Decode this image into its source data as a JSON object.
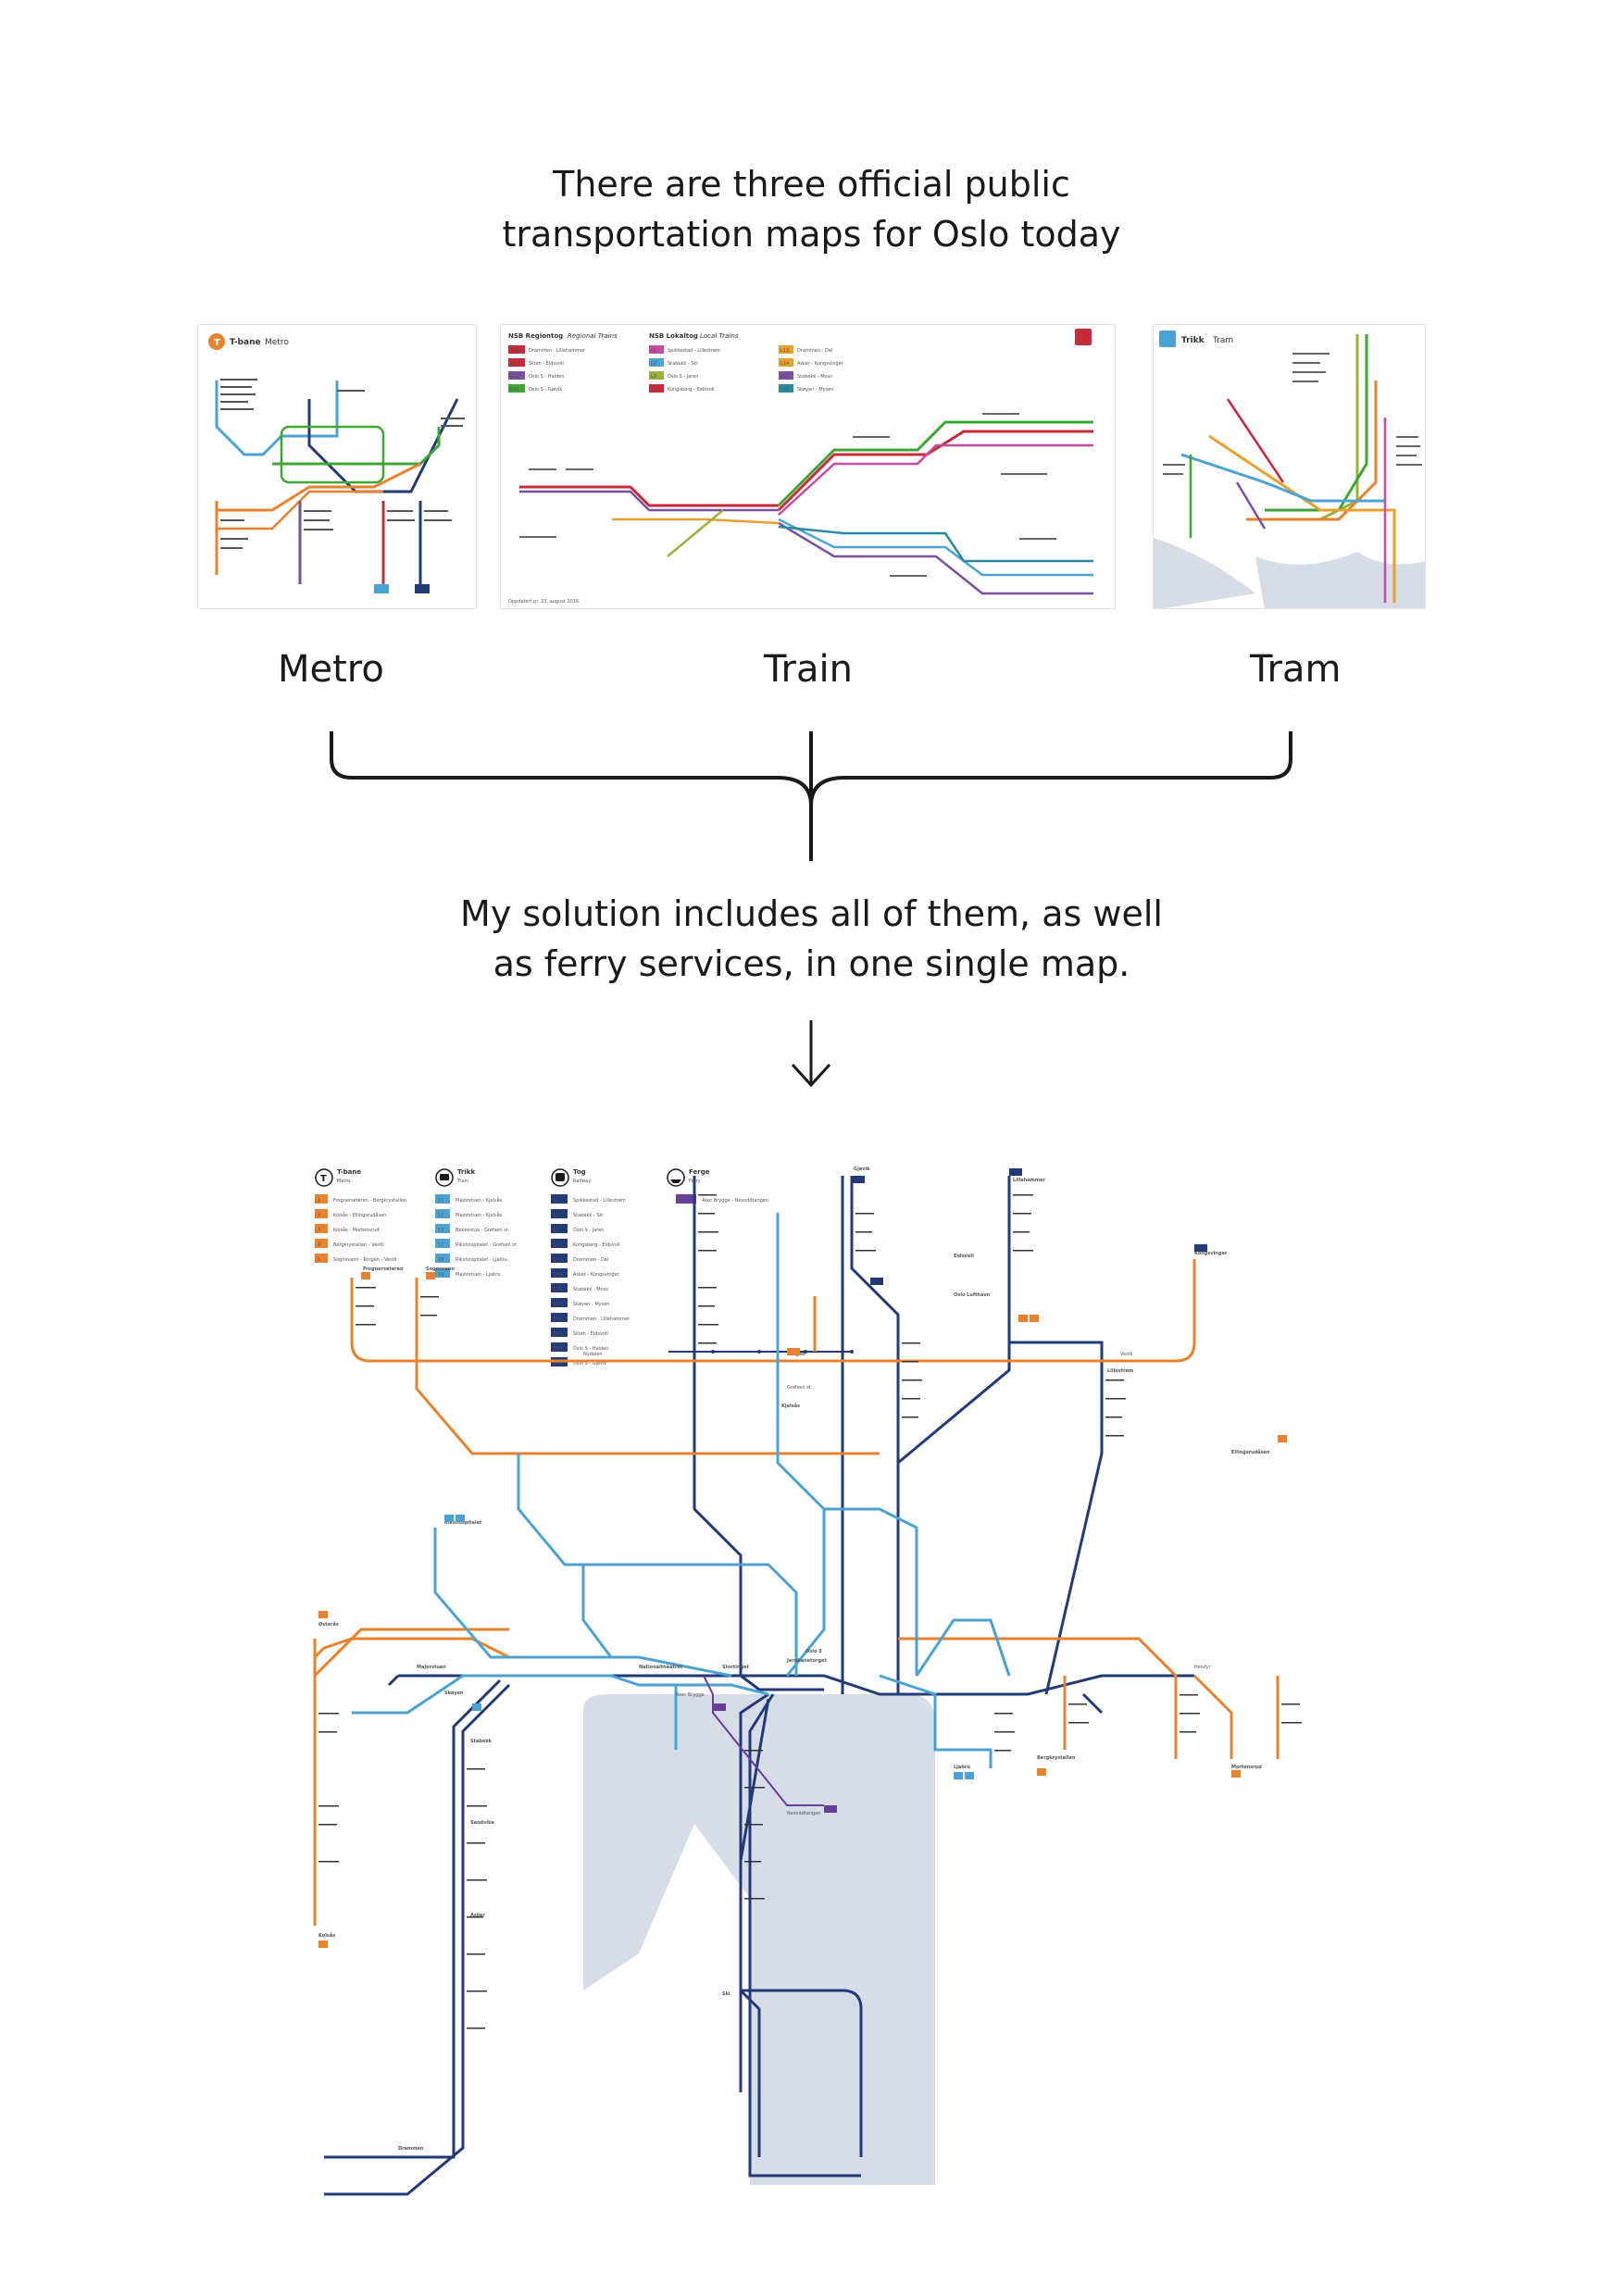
{
  "intro": {
    "line1": "There are three official public",
    "line2": "transportation maps for Oslo today"
  },
  "maps": {
    "metro_label": "Metro",
    "train_label": "Train",
    "tram_label": "Tram"
  },
  "thumb_metro": {
    "title": "T-bane",
    "subtitle": "Metro"
  },
  "thumb_train": {
    "title1": "NSB Regiontog",
    "title1_sub": "Regional Trains",
    "title2": "NSB Lokaltog",
    "title2_sub": "Local Trains",
    "r10": "R10",
    "r11": "R11",
    "r20": "R20",
    "r30": "R30",
    "l1": "L1",
    "l2": "L2",
    "l3": "L3",
    "l12": "L12",
    "l13": "L13",
    "l14": "L14",
    "l21": "L21",
    "l22": "L22",
    "r10_text": "Drammen - Lillehammer",
    "r11_text": "Skien - Eidsvoll",
    "r20_text": "Oslo S - Halden",
    "r30_text": "Oslo S - Gjøvik",
    "l1_text": "Spikkestad - Lillestrøm",
    "l2_text": "Stabekk - Ski",
    "l3_text": "Oslo S - Jaren",
    "l12_text": "Kongsberg - Eidsvoll",
    "l13_text": "Drammen - Dal",
    "l14_text": "Asker - Kongsvinger",
    "l21_text": "Stabekk - Moss",
    "l22_text": "Skøyen - Mysen",
    "updated": "Oppdatert pr. 23. august 2016"
  },
  "thumb_tram": {
    "title": "Trikk",
    "subtitle": "Tram"
  },
  "outro": {
    "line1": "My solution includes all of them, as well",
    "line2": "as ferry services, in one single map."
  },
  "bigmap": {
    "legend": {
      "metro_title": "T-bane",
      "metro_sub": "Metro",
      "tram_title": "Trikk",
      "tram_sub": "Tram",
      "train_title": "Tog",
      "train_sub": "Railway",
      "ferry_title": "Ferge",
      "ferry_sub": "Ferry",
      "metro_lines": [
        {
          "n": "1",
          "t": "Frognerseteren - Bergkrystallen"
        },
        {
          "n": "2",
          "t": "Kolsås - Ellingsrudåsen"
        },
        {
          "n": "3",
          "t": "Kolsås - Mortensrud"
        },
        {
          "n": "4",
          "t": "Bergkrystallen - Vestli"
        },
        {
          "n": "5",
          "t": "Sognsvann - Ringen - Vestli"
        }
      ],
      "tram_lines": [
        {
          "n": "11",
          "t": "Majorstuen - Kjelsås"
        },
        {
          "n": "12",
          "t": "Majorstuen - Kjelsås"
        },
        {
          "n": "13",
          "t": "Bekkestua - Grefsen st."
        },
        {
          "n": "17",
          "t": "Rikshospitalet - Grefsen st."
        },
        {
          "n": "18",
          "t": "Rikshospitalet - Ljabru"
        },
        {
          "n": "19",
          "t": "Majorstuen - Ljabru"
        }
      ],
      "train_lines": [
        {
          "n": "L1",
          "t": "Spikkestad - Lillestrøm"
        },
        {
          "n": "L2",
          "t": "Stabekk - Ski"
        },
        {
          "n": "L3",
          "t": "Oslo S - Jaren"
        },
        {
          "n": "L12",
          "t": "Kongsberg - Eidsvoll"
        },
        {
          "n": "L13",
          "t": "Drammen - Dal"
        },
        {
          "n": "L14",
          "t": "Asker - Kongsvinger"
        },
        {
          "n": "L21",
          "t": "Stabekk - Moss"
        },
        {
          "n": "L22",
          "t": "Skøyen - Mysen"
        },
        {
          "n": "R10",
          "t": "Drammen - Lillehammer"
        },
        {
          "n": "R11",
          "t": "Skien - Eidsvoll"
        },
        {
          "n": "R20",
          "t": "Oslo S - Halden"
        },
        {
          "n": "R30",
          "t": "Oslo S - Gjøvik"
        }
      ],
      "ferry_line": {
        "n": "B10",
        "t": "Aker Brygge - Nesoddtangen"
      }
    },
    "stations": {
      "frognerseteren": "Frognerseteren",
      "sognsvann": "Sognsvann",
      "vestli": "Vestli",
      "lillehammer": "Lillehammer",
      "kongsvinger": "Kongsvinger",
      "ringen": "Ringen",
      "nydalen": "Nydalen",
      "majorstuen": "Majorstuen",
      "nationaltheatret": "Nationaltheatret",
      "stortinget": "Stortinget",
      "jernbanetorget": "Jernbanetorget",
      "oslo_s": "Oslo S",
      "lillestrom": "Lillestrøm",
      "ellingsrudasen": "Ellingsrudåsen",
      "helsfyr": "Helsfyr",
      "kolsas": "Kolsås",
      "ostensjo": "Østerås",
      "stabekk": "Stabekk",
      "sandvika": "Sandvika",
      "asker": "Asker",
      "drammen": "Drammen",
      "ljabru": "Ljabru",
      "bergkrystallen": "Bergkrystallen",
      "mortensrud": "Mortensrud",
      "ski": "Ski",
      "nesoddtangen": "Nesoddtangen",
      "eidsvoll": "Eidsvoll",
      "oslo_lufthavn": "Oslo Lufthavn",
      "gjovik": "Gjøvik",
      "kjelsas": "Kjelsås",
      "grefsen": "Grefsen st.",
      "rikshospitalet": "Rikshospitalet",
      "skoyen": "Skøyen",
      "aker_brygge": "Aker Brygge"
    }
  },
  "colors": {
    "metro": "#e8822e",
    "tram": "#4aa3d2",
    "train": "#233a78",
    "ferry": "#6b3d9a",
    "water": "#d6dde9",
    "red": "#c52b3a",
    "green": "#3fa535",
    "purple": "#7a4fa0",
    "magenta": "#c54c9e",
    "teal": "#2b8aa0",
    "olive": "#97b23d"
  }
}
